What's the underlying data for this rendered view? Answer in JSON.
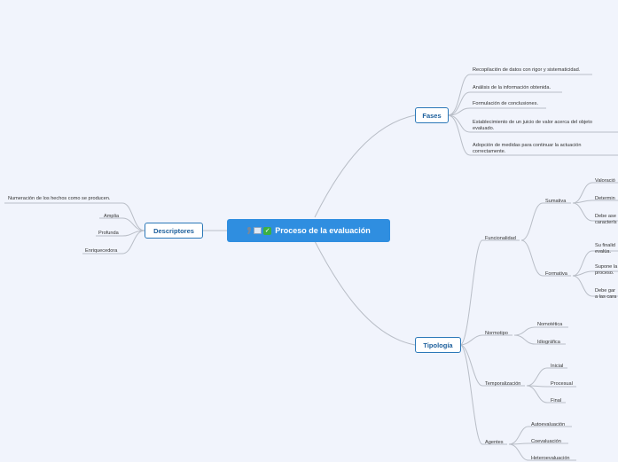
{
  "root": {
    "title": "Proceso de la evaluación",
    "icons": [
      "pin-icon",
      "document-icon",
      "check-icon"
    ]
  },
  "descriptores": {
    "title": "Descriptores",
    "items": [
      "Numeración de los hechos como se producen.",
      "Amplia",
      "Profunda",
      "Enriquecedora"
    ]
  },
  "fases": {
    "title": "Fases",
    "items": [
      "Recopilación de datos con rigor y sistematicidad.",
      "Análisis de la información obtenida.",
      "Formulación de conclusiones.",
      "Establecimiento de un juicio de valor acerca del objeto evaluado.",
      "Adopción de medidas para continuar la actuación correctamente."
    ]
  },
  "tipologia": {
    "title": "Tipología",
    "funcionalidad": {
      "label": "Funcionalidad",
      "sumativa": {
        "label": "Sumativa",
        "items": [
          "Valoració",
          "Determin",
          "Debe ase caracterís"
        ]
      },
      "formativa": {
        "label": "Formativa",
        "items": [
          "Su finalid evalúa.",
          "Supone la proceso.",
          "Debe gar a las cara"
        ]
      }
    },
    "normotipo": {
      "label": "Normotipo",
      "items": [
        "Nomotética",
        "Idiográfica"
      ]
    },
    "temporalizacion": {
      "label": "Temporalización",
      "items": [
        "Inicial",
        "Procesual",
        "Final"
      ]
    },
    "agentes": {
      "label": "Agentes",
      "items": [
        "Autoevaluación",
        "Coevaluación",
        "Heteroevaluación"
      ]
    }
  }
}
